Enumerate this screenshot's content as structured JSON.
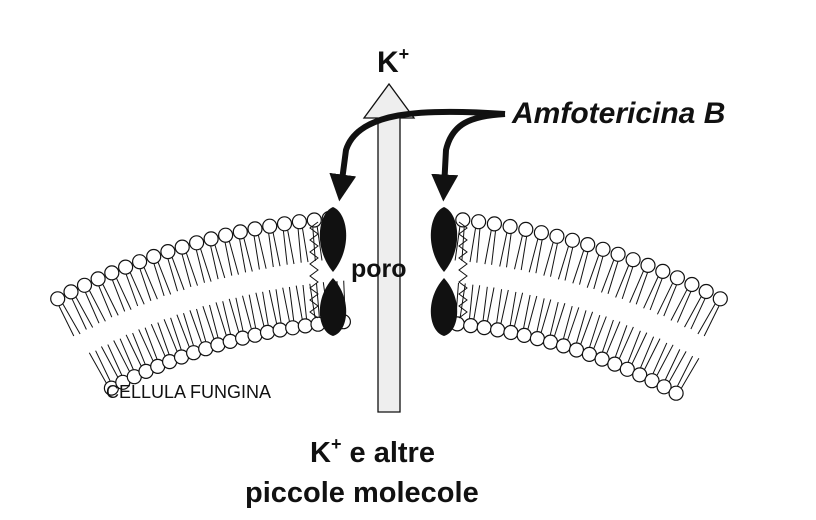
{
  "diagram": {
    "labels": {
      "ion_top": "K",
      "ion_top_sup": "+",
      "drug": "Amfotericina B",
      "pore": "poro",
      "cell": "CELLULA FUNGINA",
      "bottom_line1_main": "K",
      "bottom_line1_sup": "+",
      "bottom_line1_rest": " e altre",
      "bottom_line2": "piccole molecole"
    },
    "colors": {
      "ink": "#111111",
      "arrow_fill": "#eeeeee",
      "lipid_head_fill": "#ffffff"
    }
  }
}
